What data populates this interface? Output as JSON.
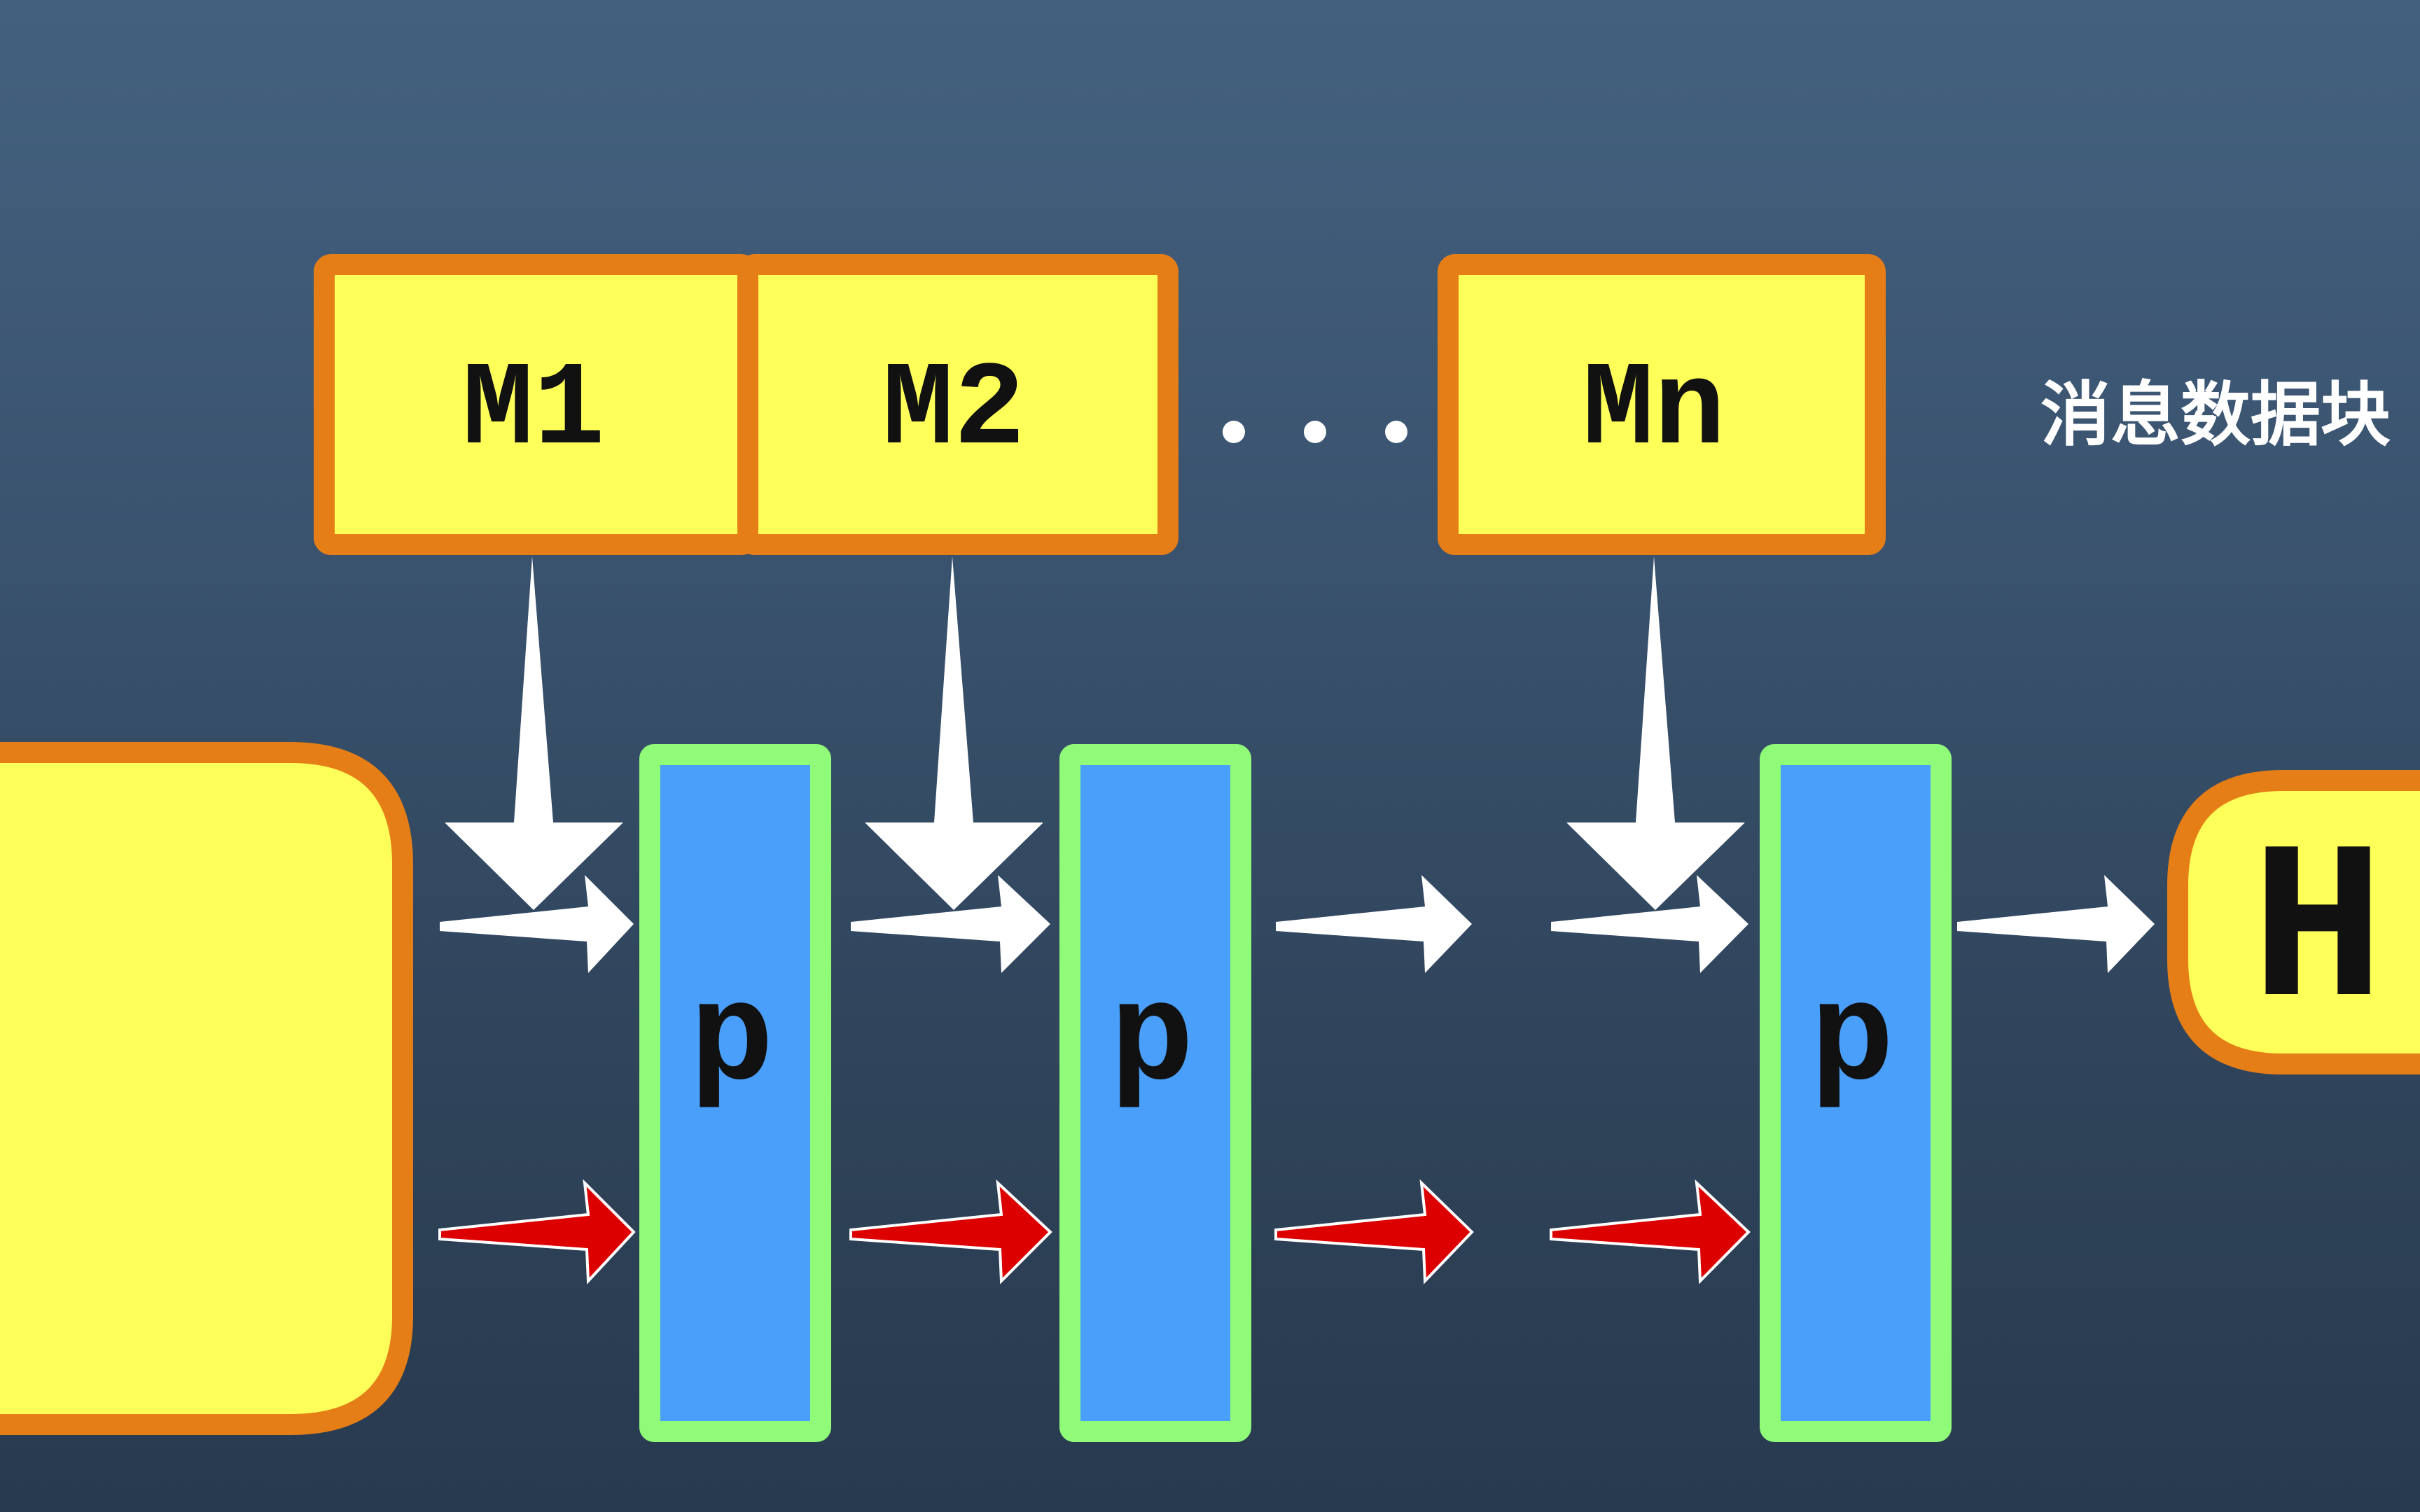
{
  "diagram": {
    "message_blocks": [
      {
        "label": "M1"
      },
      {
        "label": "M2"
      },
      {
        "label": "Mn"
      }
    ],
    "ellipsis": "...",
    "message_caption": "消息数据块",
    "compression_label": "p",
    "output_label": "H",
    "colors": {
      "block_fill": "#ffff59",
      "block_border": "#e67e17",
      "compress_fill": "#4a9ffa",
      "compress_border": "#90fb79",
      "arrow_white": "#ffffff",
      "arrow_red": "#dd0000"
    }
  }
}
